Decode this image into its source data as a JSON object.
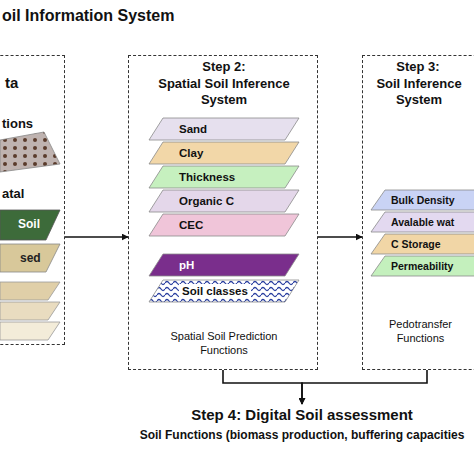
{
  "diagram": {
    "title": "oil Information System",
    "nodes": [
      {
        "text": [
          "ta"
        ]
      },
      {
        "text": [
          "Step 2:",
          "Spatial Soil Inference System",
          "Spatial Soil Prediction Functions"
        ]
      },
      {
        "text": [
          "Sand"
        ],
        "in": 1
      },
      {
        "text": [
          "Clay"
        ],
        "in": 1
      },
      {
        "text": [
          "Thickness"
        ],
        "in": 1
      },
      {
        "text": [
          "Organic C"
        ],
        "in": 1
      },
      {
        "text": [
          "CEC"
        ],
        "in": 1
      },
      {
        "text": [
          "pH"
        ],
        "in": 1
      },
      {
        "text": [
          "Soil classes"
        ],
        "in": 1
      },
      {
        "text": [
          "Step 3:",
          "Soil Inference System",
          "Pedotransfer Functions"
        ]
      },
      {
        "text": [
          "Bulk Density"
        ],
        "in": 9
      },
      {
        "text": [
          "Avalable wat"
        ],
        "in": 9
      },
      {
        "text": [
          "C Storage"
        ],
        "in": 9
      },
      {
        "text": [
          "Permeability"
        ],
        "in": 9
      },
      {
        "text": [
          "Step 4: Digital Soil assessment",
          "Soil Functions (biomass production, buffering capacities"
        ]
      }
    ],
    "edges": [
      {
        "from": 0,
        "to": 1,
        "arrow": "to"
      },
      {
        "from": 1,
        "to": 9,
        "arrow": "to"
      },
      {
        "from": 1,
        "to": 14,
        "arrow": "to"
      },
      {
        "from": 9,
        "to": 14,
        "arrow": "to"
      }
    ],
    "labels": [
      "tions",
      "atal",
      "Soil",
      "sed"
    ]
  }
}
